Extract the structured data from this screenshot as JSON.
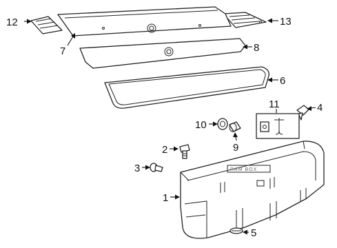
{
  "diagram": {
    "callouts": [
      {
        "id": "1",
        "label": "1"
      },
      {
        "id": "2",
        "label": "2"
      },
      {
        "id": "3",
        "label": "3"
      },
      {
        "id": "4",
        "label": "4"
      },
      {
        "id": "5",
        "label": "5"
      },
      {
        "id": "6",
        "label": "6"
      },
      {
        "id": "7",
        "label": "7"
      },
      {
        "id": "8",
        "label": "8"
      },
      {
        "id": "9",
        "label": "9"
      },
      {
        "id": "10",
        "label": "10"
      },
      {
        "id": "11",
        "label": "11"
      },
      {
        "id": "12",
        "label": "12"
      },
      {
        "id": "13",
        "label": "13"
      }
    ],
    "embossed_text": "RAM BOX"
  }
}
